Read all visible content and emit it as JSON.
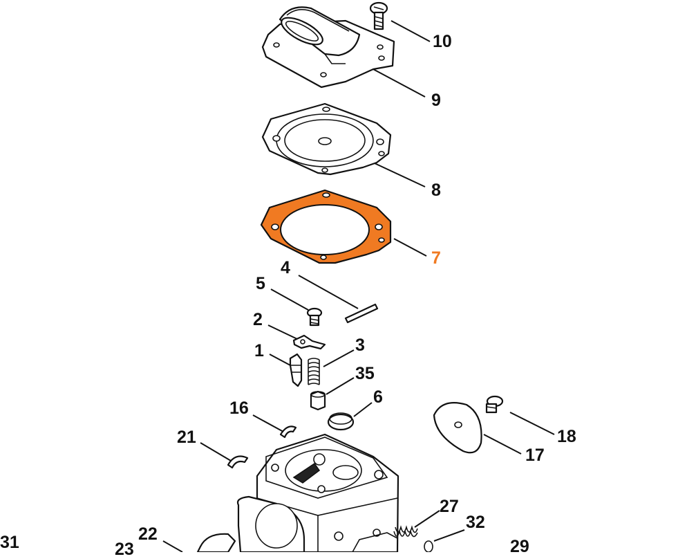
{
  "callouts": [
    {
      "id": "10",
      "text": "10"
    },
    {
      "id": "9",
      "text": "9"
    },
    {
      "id": "8",
      "text": "8"
    },
    {
      "id": "7",
      "text": "7"
    },
    {
      "id": "4",
      "text": "4"
    },
    {
      "id": "5",
      "text": "5"
    },
    {
      "id": "2",
      "text": "2"
    },
    {
      "id": "3",
      "text": "3"
    },
    {
      "id": "1",
      "text": "1"
    },
    {
      "id": "35",
      "text": "35"
    },
    {
      "id": "6",
      "text": "6"
    },
    {
      "id": "16",
      "text": "16"
    },
    {
      "id": "21",
      "text": "21"
    },
    {
      "id": "18",
      "text": "18"
    },
    {
      "id": "17",
      "text": "17"
    },
    {
      "id": "27",
      "text": "27"
    },
    {
      "id": "32",
      "text": "32"
    },
    {
      "id": "29",
      "text": "29"
    },
    {
      "id": "22",
      "text": "22"
    },
    {
      "id": "23",
      "text": "23"
    },
    {
      "id": "31",
      "text": "31"
    }
  ],
  "colors": {
    "highlight": "#f07a22",
    "line": "#111111",
    "background": "#ffffff"
  },
  "highlighted_part": "7"
}
